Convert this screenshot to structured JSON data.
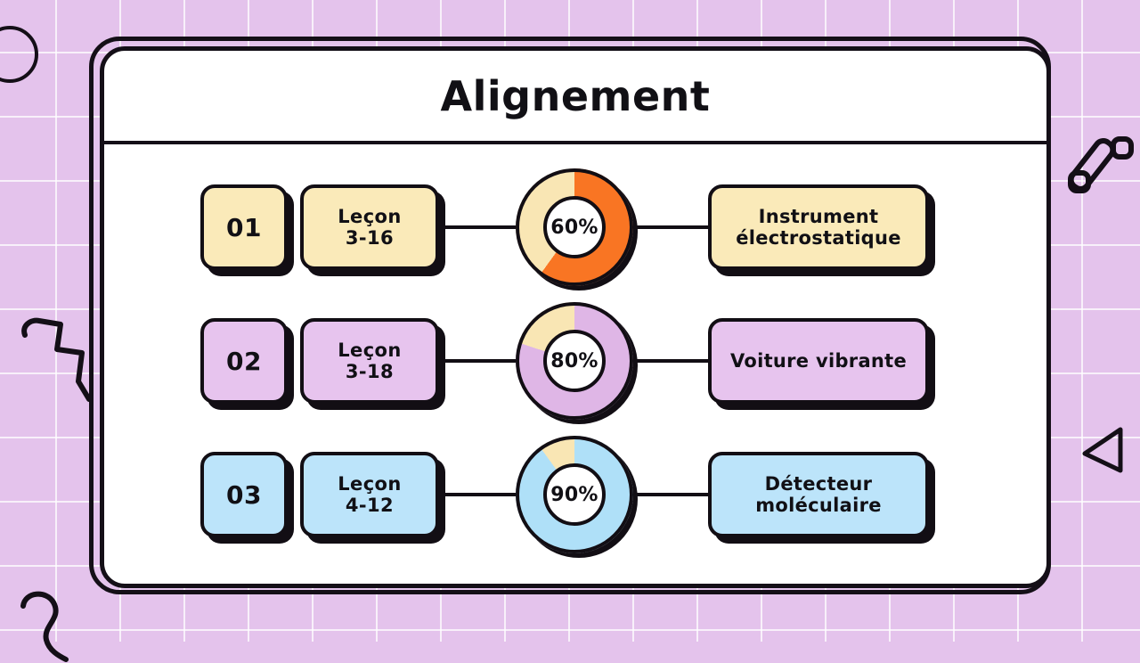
{
  "theme": {
    "background_color": "#E4C3EC",
    "grid_line_color": "#FFFFFF",
    "card_background": "#FFFFFF",
    "outline_color": "#120E14",
    "track_color": "#F9E6B4"
  },
  "header": {
    "title": "Alignement"
  },
  "decorations": [
    {
      "name": "circle-outline",
      "position": "top-left"
    },
    {
      "name": "zigzag-outline",
      "position": "left-middle"
    },
    {
      "name": "hook-curve-outline",
      "position": "bottom-left"
    },
    {
      "name": "percent-slash-outline",
      "position": "right-top"
    },
    {
      "name": "play-triangle-outline",
      "position": "right-middle"
    }
  ],
  "rows": [
    {
      "number": "01",
      "lesson": "Leçon\n3-16",
      "percent_label": "60%",
      "percent_value": 60,
      "result": "Instrument\nélectrostatique",
      "fill_color": "#F97523",
      "card_color": "#FAEAB9",
      "track_color": "#F9E6B4"
    },
    {
      "number": "02",
      "lesson": "Leçon\n3-18",
      "percent_label": "80%",
      "percent_value": 80,
      "result": "Voiture vibrante",
      "fill_color": "#DFB6E6",
      "card_color": "#E7C4EE",
      "track_color": "#F9E6B4"
    },
    {
      "number": "03",
      "lesson": "Leçon\n4-12",
      "percent_label": "90%",
      "percent_value": 90,
      "result": "Détecteur\nmoléculaire",
      "fill_color": "#AFE0F8",
      "card_color": "#BCE4FA",
      "track_color": "#F9E6B4"
    }
  ],
  "chart_data": {
    "type": "pie",
    "title": "Alignement",
    "charts": [
      {
        "label": "Leçon 3-16 — Instrument électrostatique",
        "value": 60,
        "remainder": 40,
        "color": "#F97523"
      },
      {
        "label": "Leçon 3-18 — Voiture vibrante",
        "value": 80,
        "remainder": 20,
        "color": "#DFB6E6"
      },
      {
        "label": "Leçon 4-12 — Détecteur moléculaire",
        "value": 90,
        "remainder": 10,
        "color": "#AFE0F8"
      }
    ],
    "units": "percent",
    "ylim": [
      0,
      100
    ]
  }
}
